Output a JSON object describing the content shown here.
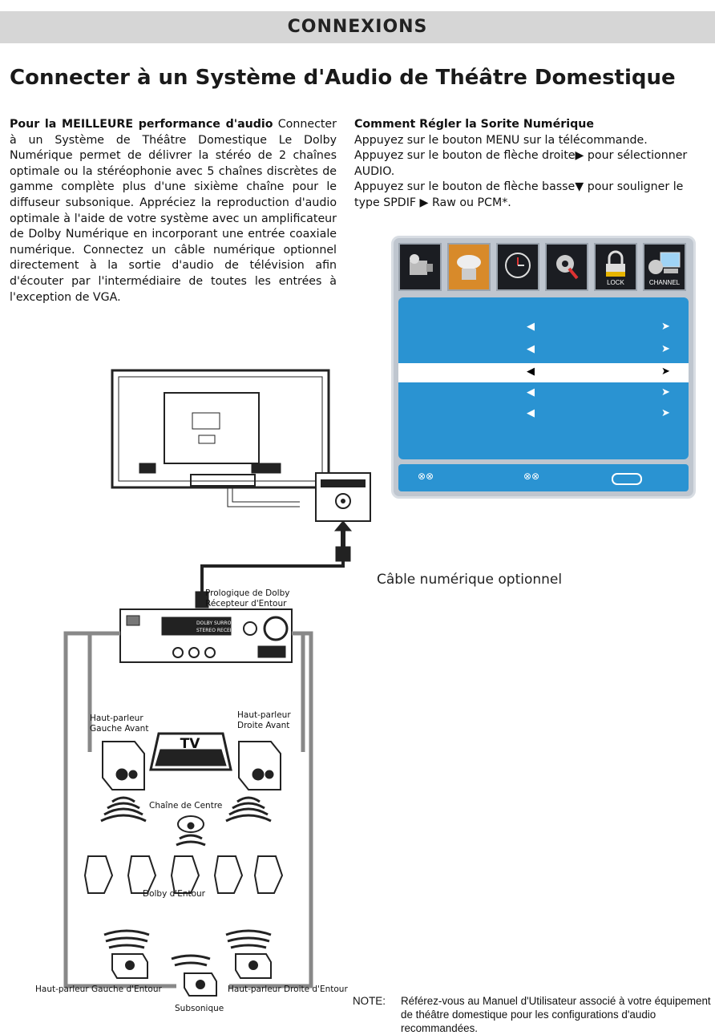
{
  "header": {
    "section": "CONNEXIONS"
  },
  "page_title": "Connecter à un Système d'Audio de Théâtre Domestique",
  "left_column": {
    "lead": "Pour la MEILLEURE performance d'audio",
    "body": "Connecter à un Système de Théâtre Domestique Le Dolby Numérique permet de délivrer la stéréo de 2 chaînes optimale ou la stéréophonie avec 5 chaînes discrètes de gamme complète plus d'une sixième chaîne pour le diffuseur subsonique. Appréciez la reproduction d'audio optimale à l'aide de votre système avec un amplificateur de Dolby Numérique en incorporant une entrée coaxiale numérique. Connectez un câble numérique optionnel directement à la sortie d'audio de télévision afin d'écouter par l'intermédiaire de toutes les entrées à l'exception de VGA."
  },
  "right_column": {
    "heading": "Comment Régler la Sorite Numérique",
    "step1": "Appuyez sur le bouton MENU sur la télécommande.",
    "step2": "Appuyez sur le bouton de flèche droite▶ pour sélectionner AUDIO.",
    "step3": "Appuyez sur le bouton de flèche basse▼ pour souligner le type SPDIF ▶ Raw ou PCM*."
  },
  "osd_menu": {
    "tabs": [
      {
        "icon": "camera-icon",
        "label": ""
      },
      {
        "icon": "audio-icon",
        "label": ""
      },
      {
        "icon": "clock-icon",
        "label": ""
      },
      {
        "icon": "gear-icon",
        "label": ""
      },
      {
        "icon": "lock-icon",
        "label": "LOCK"
      },
      {
        "icon": "channel-icon",
        "label": "CHANNEL"
      }
    ],
    "rows": [
      {
        "left": "◀",
        "right": "➤"
      },
      {
        "left": "◀",
        "right": "➤"
      },
      {
        "left": "◀",
        "right": "➤"
      },
      {
        "left": "◀",
        "right": "➤"
      },
      {
        "left": "◀",
        "right": "➤"
      }
    ],
    "footer": {
      "updown": "⊗⊗",
      "leftright": "⊗⊗"
    }
  },
  "diagram": {
    "cable_label": "Câble numérique optionnel",
    "receiver_label_1": "Prologique de Dolby",
    "receiver_label_2": "Récepteur d'Entour",
    "receiver_display_1": "DOLBY SURROUND",
    "receiver_display_2": "STEREO RECEIVER",
    "front_left_1": "Haut-parleur",
    "front_left_2": "Gauche Avant",
    "front_right_1": "Haut-parleur",
    "front_right_2": "Droite Avant",
    "tv": "TV",
    "center": "Chaîne de Centre",
    "surround": "Dolby d'Entour",
    "rear_left": "Haut-parleur Gauche d'Entour",
    "rear_right": "Haut-parleur Droite d'Entour",
    "subwoofer": "Subsonique"
  },
  "note": {
    "key": "NOTE:",
    "text": "Référez-vous au Manuel d'Utilisateur associé à votre équipement de théâtre domestique pour les configurations d'audio recommandées."
  }
}
